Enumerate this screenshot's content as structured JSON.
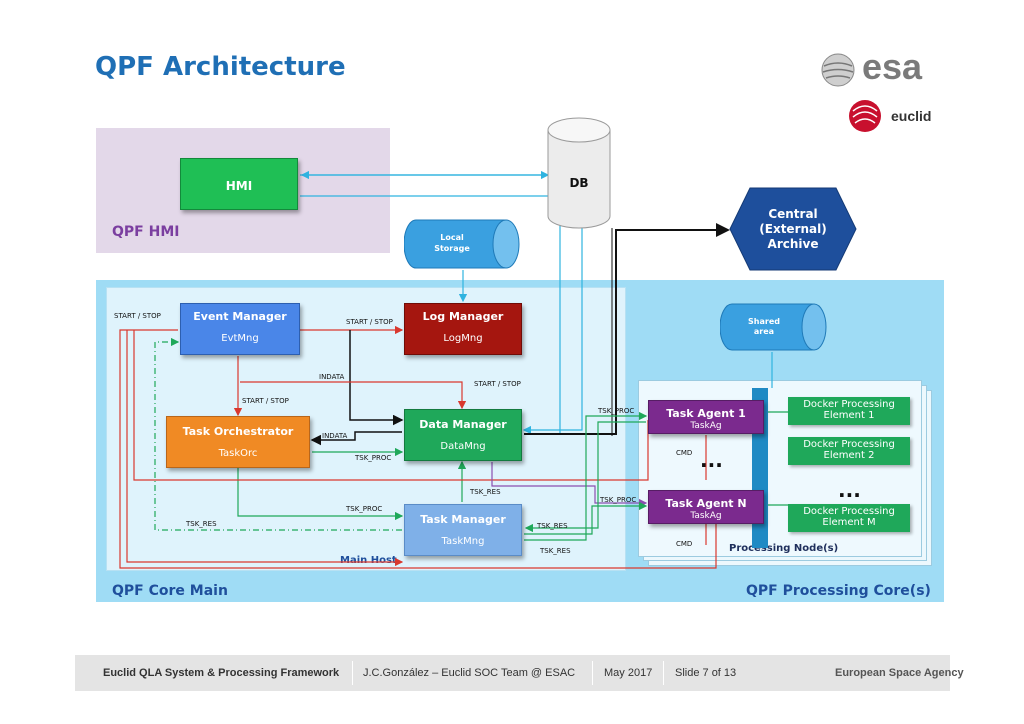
{
  "title": "QPF Architecture",
  "regions": {
    "hmi": "QPF HMI",
    "core_main": "QPF Core Main",
    "processing": "QPF Processing Core(s)",
    "main_host": "Main Host",
    "processing_nodes": "Processing Node(s)"
  },
  "nodes": {
    "hmi": "HMI",
    "db": "DB",
    "local_storage": [
      "Local",
      "Storage"
    ],
    "archive": [
      "Central",
      "(External)",
      "Archive"
    ],
    "shared_area": [
      "Shared",
      "area"
    ],
    "event_manager": {
      "title": "Event Manager",
      "sub": "EvtMng"
    },
    "log_manager": {
      "title": "Log Manager",
      "sub": "LogMng"
    },
    "data_manager": {
      "title": "Data Manager",
      "sub": "DataMng"
    },
    "task_orchestrator": {
      "title": "Task Orchestrator",
      "sub": "TaskOrc"
    },
    "task_manager": {
      "title": "Task Manager",
      "sub": "TaskMng"
    },
    "task_agent_1": {
      "title": "Task Agent 1",
      "sub": "TaskAg"
    },
    "task_agent_n": {
      "title": "Task Agent N",
      "sub": "TaskAg"
    },
    "docker_1": [
      "Docker Processing",
      "Element 1"
    ],
    "docker_2": [
      "Docker Processing",
      "Element 2"
    ],
    "docker_m": [
      "Docker Processing",
      "Element M"
    ],
    "ellipsis": "..."
  },
  "edge_labels": {
    "start_stop_1": "START / STOP",
    "start_stop_2": "START / STOP",
    "start_stop_3": "START / STOP",
    "start_stop_4": "START / STOP",
    "indata_1": "INDATA",
    "indata_2": "INDATA",
    "tsk_proc_1": "TSK_PROC",
    "tsk_proc_2": "TSK_PROC",
    "tsk_proc_3": "TSK_PROC",
    "tsk_proc_4": "TSK_PROC",
    "tsk_res_1": "TSK_RES",
    "tsk_res_2": "TSK_RES",
    "tsk_res_3": "TSK_RES",
    "tsk_res_4": "TSK_RES",
    "cmd_1": "CMD",
    "cmd_2": "CMD"
  },
  "logos": {
    "esa": "esa",
    "euclid": "euclid"
  },
  "footer": {
    "project": "Euclid QLA System & Processing Framework",
    "author": "J.C.González –  Euclid SOC Team @ ESAC",
    "date": "May 2017",
    "slide": "Slide 7 of 13",
    "agency": "European Space Agency"
  },
  "colors": {
    "title": "#1f6fb5",
    "hmi_region": "#e3d8e9",
    "core_region": "#9fdcf5",
    "hmi_box": "#1fbf55",
    "event_manager": "#4a86e8",
    "log_manager": "#a5160f",
    "data_manager": "#1fa85a",
    "task_orchestrator": "#f08a24",
    "task_manager": "#7fb0e8",
    "task_agent": "#7b2a8e",
    "archive": "#1e4f9c",
    "storage": "#3aa0e0"
  }
}
